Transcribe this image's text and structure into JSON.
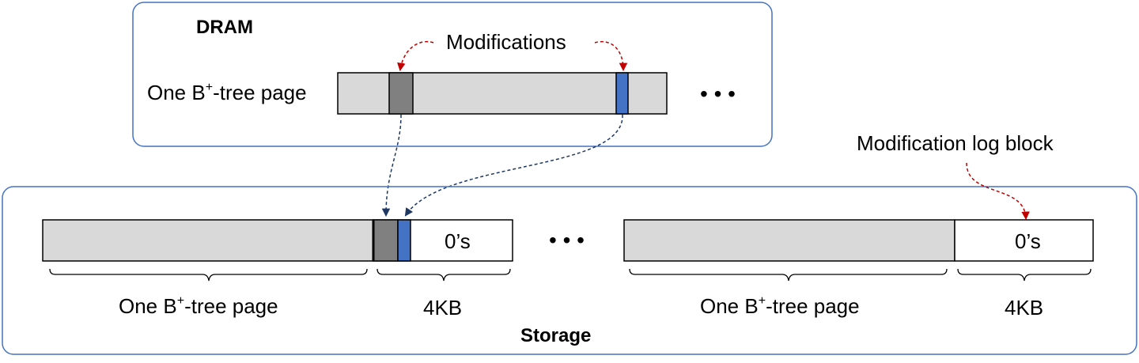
{
  "dram": {
    "title": "DRAM",
    "page_label_prefix": "One B",
    "page_label_sup": "+",
    "page_label_suffix": "-tree page",
    "modifications_label": "Modifications",
    "ellipsis": "• • •"
  },
  "storage": {
    "title": "Storage",
    "page_label_prefix": "One B",
    "page_label_sup": "+",
    "page_label_suffix": "-tree page",
    "log_block_label": "4KB",
    "zeros_label": "0’s",
    "ellipsis": "• • •",
    "log_block_annotation": "Modification log block"
  },
  "colors": {
    "frame": "#4472C4",
    "page_fill": "#D9D9D9",
    "dark_mod": "#808080",
    "blue_mod": "#4472C4",
    "red_arrow": "#C00000",
    "navy_arrow": "#1F3864"
  }
}
